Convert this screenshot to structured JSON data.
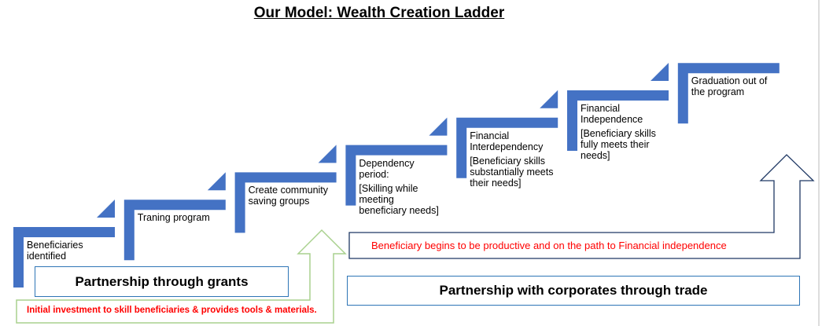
{
  "title": "Our Model: Wealth Creation Ladder",
  "colors": {
    "step": "#4472c4",
    "grant_arrow": "#a9d18e",
    "trade_arrow": "#1f3864",
    "box_border": "#2e75b6",
    "note_text": "#ff0000"
  },
  "steps": [
    {
      "lines": [
        "Beneficiaries identified"
      ]
    },
    {
      "lines": [
        "Traning program"
      ]
    },
    {
      "lines": [
        "Create community saving groups"
      ]
    },
    {
      "lines": [
        "Dependency period:",
        "[Skilling while meeting beneficiary needs]"
      ]
    },
    {
      "lines": [
        "Financial Interdependency",
        "[Beneficiary skills substantially meets their needs]"
      ]
    },
    {
      "lines": [
        "Financial Independence",
        "[Beneficiary skills fully meets their needs]"
      ]
    },
    {
      "lines": [
        "Graduation out of the program"
      ]
    }
  ],
  "grants_box": "Partnership through grants",
  "grants_note": "Initial investment to skill beneficiaries & provides tools & materials.",
  "trade_note": "Beneficiary begins to be productive and on the path to Financial independence",
  "trade_box": "Partnership with corporates through trade"
}
